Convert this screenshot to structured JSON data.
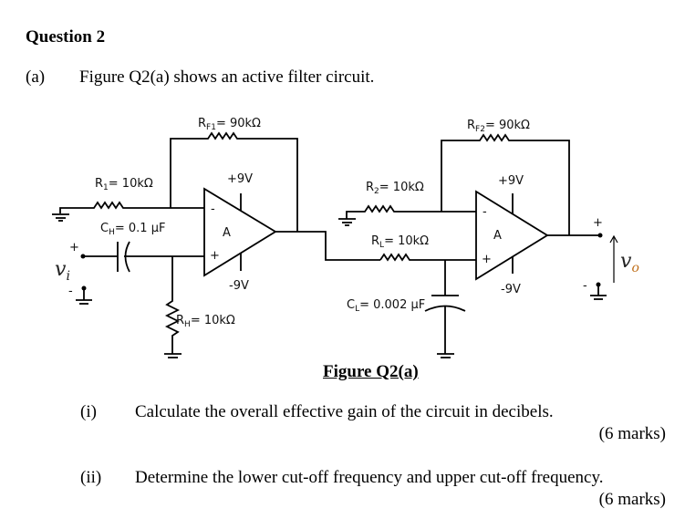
{
  "question": {
    "title": "Question 2",
    "part_label": "(a)",
    "part_text": "Figure Q2(a) shows an active filter circuit."
  },
  "figure": {
    "caption": "Figure Q2(a)",
    "components": {
      "rf1": {
        "name": "R",
        "sub": "F1",
        "value": "= 90kΩ"
      },
      "rf2": {
        "name": "R",
        "sub": "F2",
        "value": "= 90kΩ"
      },
      "r1": {
        "name": "R",
        "sub": "1",
        "value": "= 10kΩ"
      },
      "r2": {
        "name": "R",
        "sub": "2",
        "value": "= 10kΩ"
      },
      "rl": {
        "name": "R",
        "sub": "L",
        "value": "= 10kΩ"
      },
      "rh": {
        "name": "R",
        "sub": "H",
        "value": "= 10kΩ"
      },
      "ch": {
        "name": "C",
        "sub": "H",
        "value": "= 0.1 μF"
      },
      "cl": {
        "name": "C",
        "sub": "L",
        "value": "= 0.002 μF"
      }
    },
    "opamp1": {
      "label": "A",
      "vpos": "+9V",
      "vneg": "-9V",
      "inv": "-",
      "noninv": "+"
    },
    "opamp2": {
      "label": "A",
      "vpos": "+9V",
      "vneg": "-9V",
      "inv": "-",
      "noninv": "+"
    },
    "input": {
      "symbol": "v",
      "sub": "i",
      "plus": "+",
      "minus": "-"
    },
    "output": {
      "symbol": "v",
      "sub": "o",
      "plus": "+",
      "minus": "-"
    },
    "colors": {
      "output_subscript": "#c0701c"
    }
  },
  "subquestions": [
    {
      "label": "(i)",
      "text": "Calculate the overall effective gain of the circuit in decibels.",
      "marks": "(6 marks)"
    },
    {
      "label": "(ii)",
      "text": "Determine the lower cut-off frequency and upper cut-off frequency.",
      "marks": "(6 marks)"
    }
  ]
}
